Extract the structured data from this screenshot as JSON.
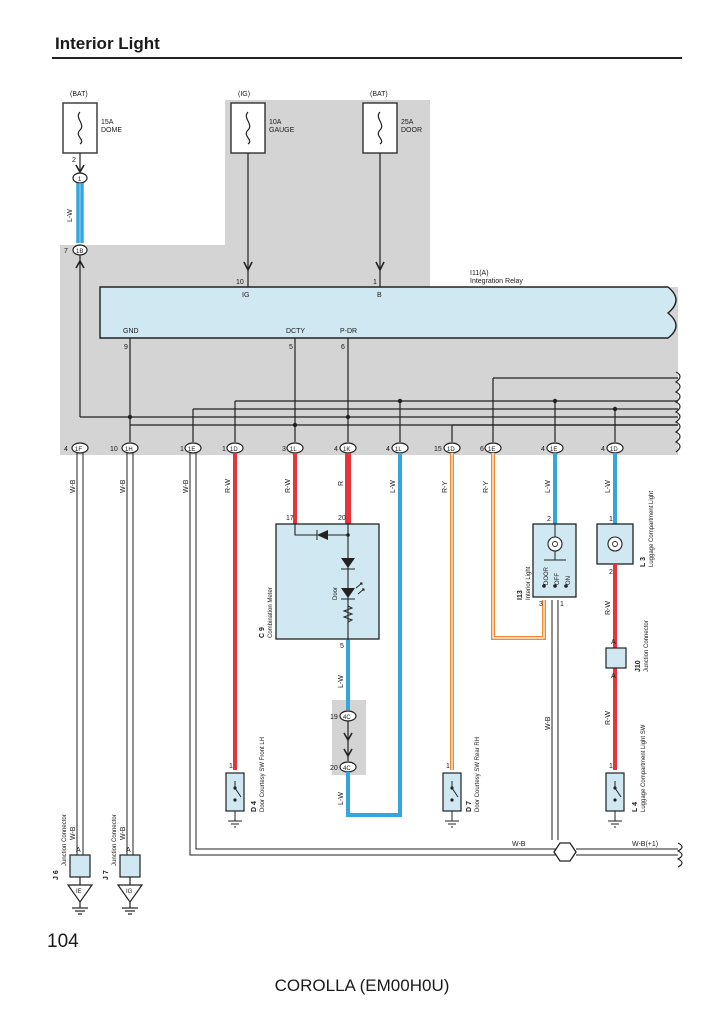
{
  "title": "Interior Light",
  "page_number": "104",
  "footer": "COROLLA (EM00H0U)",
  "colors": {
    "shade": "#d4d4d4",
    "relay_fill": "#cfe8f2",
    "wire_red": "#e8333a",
    "wire_blue": "#33a7dc",
    "wire_orange": "#f08a2e",
    "wire_white": "#ffffff"
  },
  "fuses": [
    {
      "source": "(BAT)",
      "rating": "15A",
      "name": "DOME",
      "pin": "2"
    },
    {
      "source": "(IG)",
      "rating": "10A",
      "name": "GAUGE"
    },
    {
      "source": "(BAT)",
      "rating": "25A",
      "name": "DOOR"
    }
  ],
  "connectors": {
    "dome_top": "1",
    "dome_mid": "1B",
    "dome_mid_pin": "7",
    "wire_lw_top": "L-W"
  },
  "relay": {
    "label": "I11(A)",
    "name": "Integration Relay",
    "pins": [
      {
        "num": "10",
        "name": "IG"
      },
      {
        "num": "1",
        "name": "B"
      },
      {
        "num": "9",
        "name": "GND"
      },
      {
        "num": "5",
        "name": "DCTY"
      },
      {
        "num": "6",
        "name": "P-DR"
      }
    ]
  },
  "bottom_connectors": [
    {
      "pin": "4",
      "code": "1F",
      "wire": "W-B"
    },
    {
      "pin": "10",
      "code": "1H",
      "wire": "W-B"
    },
    {
      "pin": "1",
      "code": "1E",
      "wire": "W-B"
    },
    {
      "pin": "1",
      "code": "1D",
      "wire": "R-W"
    },
    {
      "pin": "3",
      "code": "1L",
      "wire": "R-W"
    },
    {
      "pin": "4",
      "code": "1K",
      "wire": "R"
    },
    {
      "pin": "4",
      "code": "1L",
      "wire": "L-W"
    },
    {
      "pin": "15",
      "code": "1D",
      "wire": "R-Y"
    },
    {
      "pin": "6",
      "code": "1E",
      "wire": "R-Y"
    },
    {
      "pin": "4",
      "code": "1E",
      "wire": "L-W"
    },
    {
      "pin": "4",
      "code": "1D",
      "wire": "L-W"
    }
  ],
  "combination_meter": {
    "id": "C 9",
    "name": "Combination Meter",
    "pin_a": "17",
    "pin_b": "20",
    "pin_c": "5",
    "door_label": "Door",
    "wire_out": "L-W"
  },
  "meter_connectors": [
    {
      "pin": "19",
      "code": "4C"
    },
    {
      "pin": "20",
      "code": "4C"
    }
  ],
  "switches": [
    {
      "id": "D 4",
      "name": "Door Courtesy SW Front LH",
      "pin": "1"
    },
    {
      "id": "D 7",
      "name": "Door Courtesy SW Rear RH",
      "pin": "1"
    },
    {
      "id": "L 4",
      "name": "Luggage Compartment Light SW",
      "pin": "1"
    }
  ],
  "interior_light": {
    "id": "I13",
    "name": "Interior Light",
    "pin_top": "2",
    "pin_a": "3",
    "pin_b": "1",
    "positions": [
      "DOOR",
      "OFF",
      "ON"
    ],
    "wire_out": "W-B"
  },
  "luggage_light": {
    "id": "L 3",
    "name": "Luggage Compartment Light",
    "pin_top": "1",
    "pin_bottom": "2",
    "wire": "R-W"
  },
  "junction_connector_j10": {
    "id": "J10",
    "name": "Junction Connector",
    "pin_top": "A",
    "pin_bottom": "A",
    "wire": "R-W"
  },
  "ground_junctions": [
    {
      "id": "J 6",
      "name": "Junction Connector",
      "pin": "A",
      "code": "IE",
      "wire": "W-B"
    },
    {
      "id": "J 7",
      "name": "Junction Connector",
      "pin": "A",
      "code": "IG",
      "wire": "W-B"
    }
  ],
  "ground_bus": {
    "wire_left": "W-B",
    "wire_right": "W-B(+1)"
  }
}
